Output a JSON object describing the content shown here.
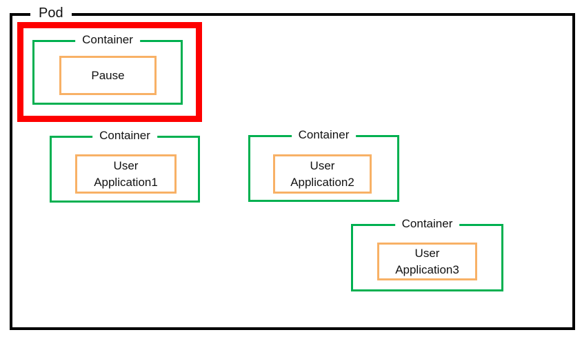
{
  "diagram": {
    "pod_label": "Pod",
    "containers": [
      {
        "label": "Container",
        "app_lines": [
          "Pause"
        ],
        "highlighted": true
      },
      {
        "label": "Container",
        "app_lines": [
          "User",
          "Application1"
        ],
        "highlighted": false
      },
      {
        "label": "Container",
        "app_lines": [
          "User",
          "Application2"
        ],
        "highlighted": false
      },
      {
        "label": "Container",
        "app_lines": [
          "User",
          "Application3"
        ],
        "highlighted": false
      }
    ]
  },
  "colors": {
    "pod_border": "#000000",
    "highlight": "#FE0000",
    "container_border": "#00B050",
    "app_border": "#F8B166",
    "text": "#111111",
    "background": "#FFFFFF"
  }
}
